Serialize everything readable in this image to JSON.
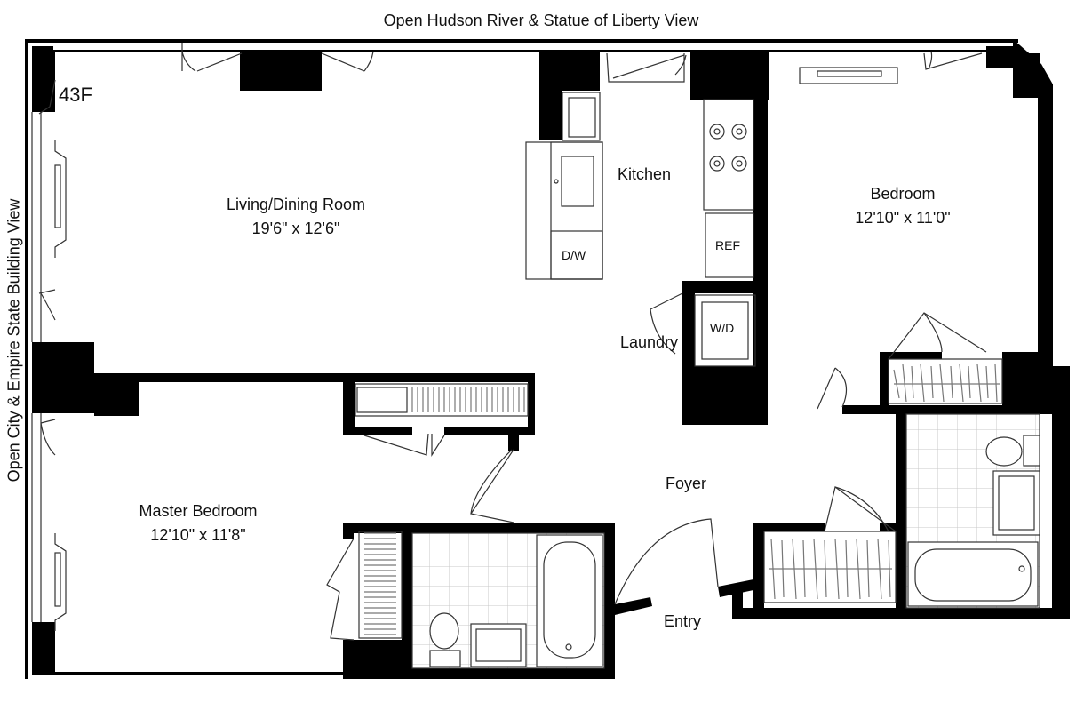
{
  "views": {
    "top": "Open Hudson River & Statue of Liberty View",
    "left": "Open City & Empire State Building View"
  },
  "floor": "43F",
  "rooms": {
    "living": {
      "name": "Living/Dining Room",
      "size": "19'6\" x 12'6\""
    },
    "bedroom": {
      "name": "Bedroom",
      "size": "12'10\" x 11'0\""
    },
    "master": {
      "name": "Master Bedroom",
      "size": "12'10\" x 11'8\""
    },
    "kitchen": "Kitchen",
    "laundry": "Laundry",
    "foyer": "Foyer",
    "entry": "Entry"
  },
  "appliances": {
    "dishwasher": "D/W",
    "refrigerator": "REF",
    "washer_dryer": "W/D"
  },
  "colors": {
    "wall": "#000000",
    "line": "#333333",
    "tile": "#c8c8c8",
    "background": "#ffffff"
  }
}
